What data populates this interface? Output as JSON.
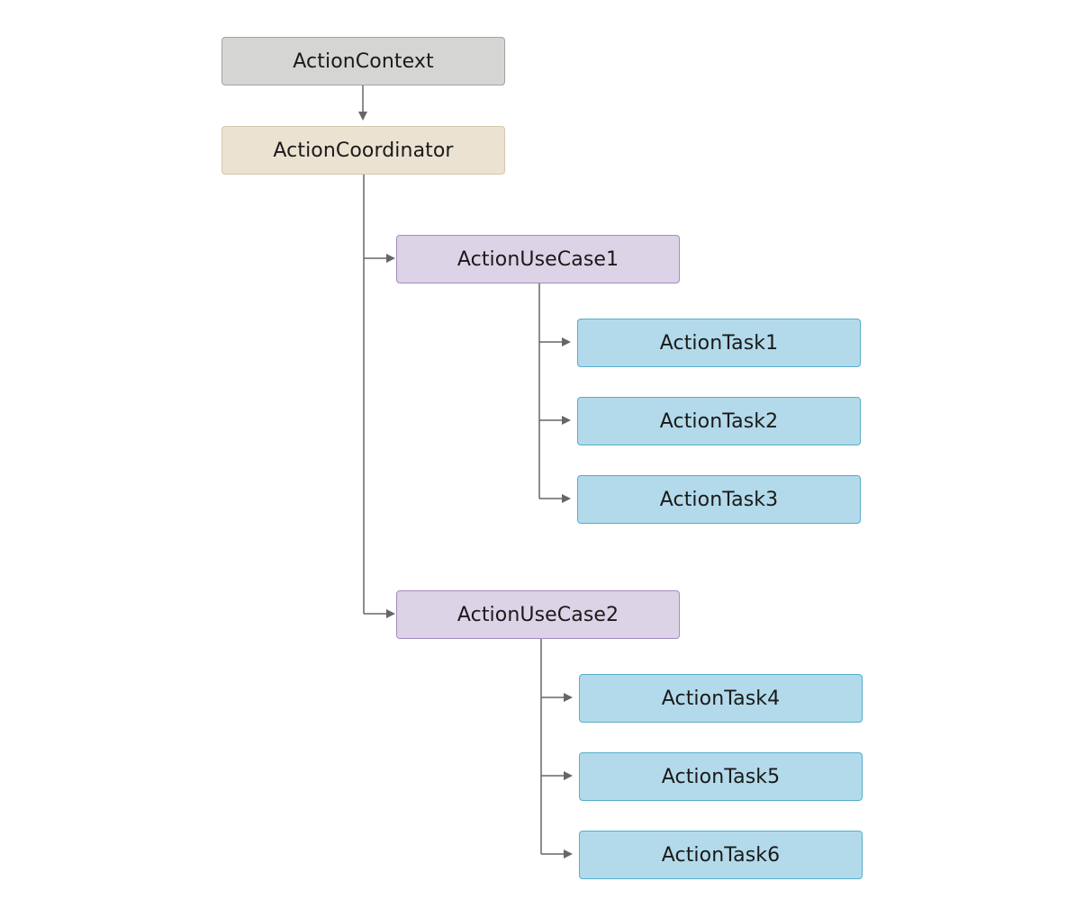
{
  "nodes": {
    "context": {
      "label": "ActionContext",
      "color": "#d5d6d4"
    },
    "coordinator": {
      "label": "ActionCoordinator",
      "color": "#ebe2d1"
    },
    "usecase1": {
      "label": "ActionUseCase1",
      "color": "#dcd3e6"
    },
    "task1": {
      "label": "ActionTask1",
      "color": "#b3daea"
    },
    "task2": {
      "label": "ActionTask2",
      "color": "#b3daea"
    },
    "task3": {
      "label": "ActionTask3",
      "color": "#b3daea"
    },
    "usecase2": {
      "label": "ActionUseCase2",
      "color": "#dcd3e6"
    },
    "task4": {
      "label": "ActionTask4",
      "color": "#b3daea"
    },
    "task5": {
      "label": "ActionTask5",
      "color": "#b3daea"
    },
    "task6": {
      "label": "ActionTask6",
      "color": "#b3daea"
    }
  },
  "edges": [
    {
      "from": "ActionContext",
      "to": "ActionCoordinator"
    },
    {
      "from": "ActionCoordinator",
      "to": "ActionUseCase1"
    },
    {
      "from": "ActionCoordinator",
      "to": "ActionUseCase2"
    },
    {
      "from": "ActionUseCase1",
      "to": "ActionTask1"
    },
    {
      "from": "ActionUseCase1",
      "to": "ActionTask2"
    },
    {
      "from": "ActionUseCase1",
      "to": "ActionTask3"
    },
    {
      "from": "ActionUseCase2",
      "to": "ActionTask4"
    },
    {
      "from": "ActionUseCase2",
      "to": "ActionTask5"
    },
    {
      "from": "ActionUseCase2",
      "to": "ActionTask6"
    }
  ],
  "colors": {
    "connector": "#666666",
    "gray_border": "#a3a4a2",
    "beige_border": "#d4c8ad",
    "purple_border": "#a48cbe",
    "blue_border": "#56aecd"
  }
}
